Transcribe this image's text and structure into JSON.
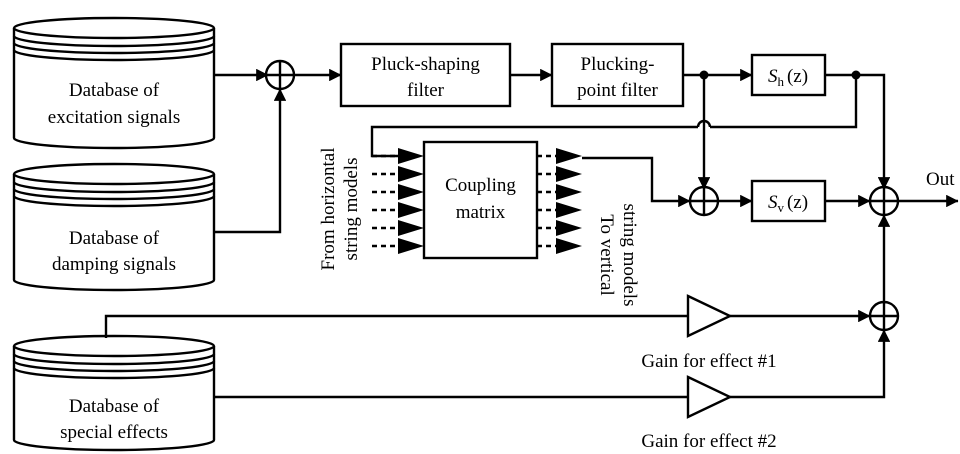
{
  "databases": {
    "excitation": {
      "line1": "Database of",
      "line2": "excitation signals"
    },
    "damping": {
      "line1": "Database of",
      "line2": "damping signals"
    },
    "effects": {
      "line1": "Database of",
      "line2": "special effects"
    }
  },
  "blocks": {
    "pluck_shaping": {
      "line1": "Pluck-shaping",
      "line2": "filter"
    },
    "plucking_point": {
      "line1": "Plucking-",
      "line2": "point filter"
    },
    "coupling": {
      "line1": "Coupling",
      "line2": "matrix"
    },
    "sh": {
      "base": "S",
      "sub": "h",
      "arg": "(z)"
    },
    "sv": {
      "base": "S",
      "sub": "v",
      "arg": "(z)"
    }
  },
  "labels": {
    "from_models": {
      "line1": "From horizontal",
      "line2": "string models"
    },
    "to_models": {
      "line1": "To vertical",
      "line2": "string models"
    },
    "gain1": "Gain for effect #1",
    "gain2": "Gain for effect #2",
    "output": "Out"
  }
}
